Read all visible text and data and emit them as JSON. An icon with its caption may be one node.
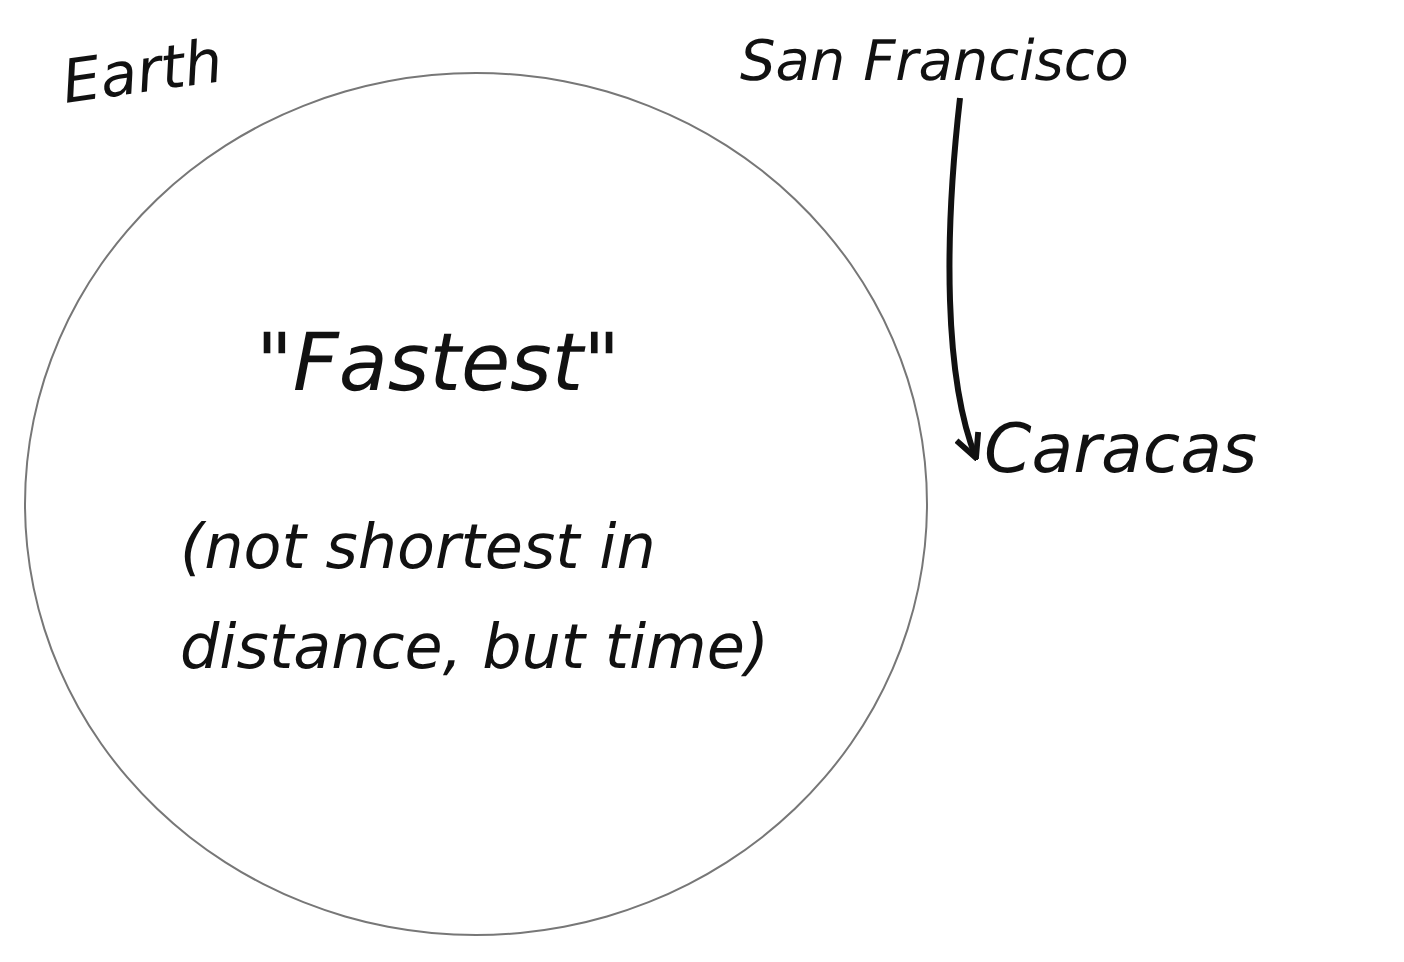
{
  "diagram": {
    "nodes": [
      {
        "text": [
          "Earth"
        ]
      },
      {
        "text": [
          "San Francisco"
        ]
      },
      {
        "text": [
          "Caracas"
        ]
      }
    ],
    "edges": [
      {
        "from": 1,
        "to": 2,
        "arrow": "to"
      }
    ],
    "labels": [
      "\"Fastest\"",
      "(not shortest in distance, but time)"
    ]
  }
}
